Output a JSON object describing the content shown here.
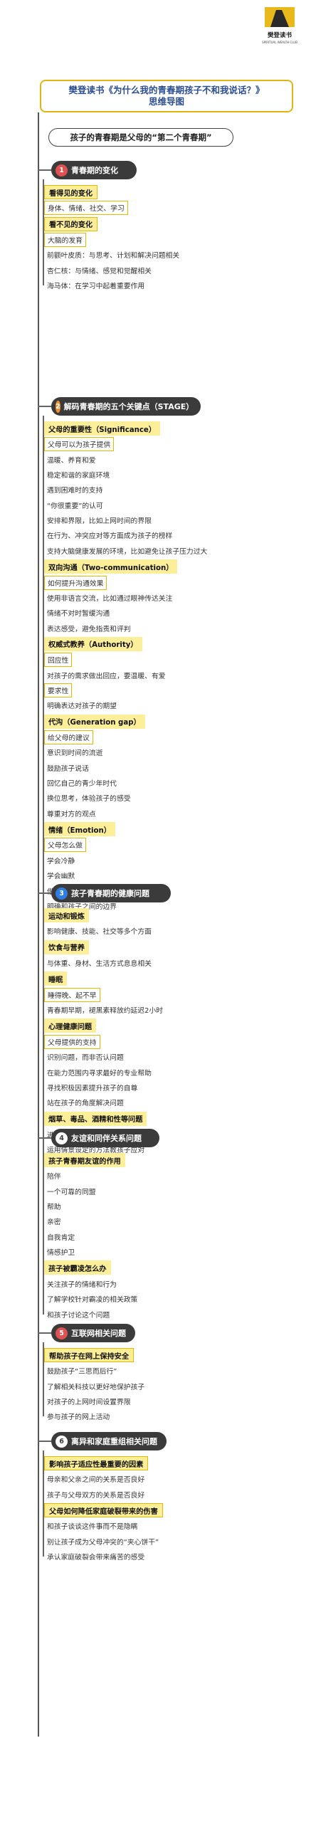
{
  "logo": {
    "brand": "樊登读书",
    "slogan": "SPIRITUAL WEALTH CLUB"
  },
  "title": {
    "line1": "樊登读书《为什么我的青春期孩子不和我说话？》",
    "line2": "思维导图"
  },
  "subtitle": "孩子的青春期是父母的“第二个青春期”",
  "sections": [
    {
      "num": "1",
      "label": "青春期的变化",
      "groups": [
        {
          "label": "看得见的变化",
          "items": [
            "身体、情绪、社交、学习"
          ]
        },
        {
          "label": "看不见的变化",
          "items": [
            "大脑的发育",
            "前额叶皮质：与思考、计划和解决问题相关",
            "杏仁核：与情绪、感觉和觉醒相关",
            "海马体：在学习中起着重要作用"
          ]
        }
      ]
    },
    {
      "num": "2",
      "label": "解码青春期的五个关键点（STAGE）",
      "groups": [
        {
          "label": "父母的重要性（Significance）",
          "items": [
            "父母可以为孩子提供",
            "温暖、养育和爱",
            "稳定和谐的家庭环境",
            "遇到困难时的支持",
            "“你很重要”的认可",
            "安排和界限，比如上网时间的界限",
            "在行为、冲突应对等方面成为孩子的榜样",
            "支持大脑健康发展的环境，比如避免让孩子压力过大"
          ]
        },
        {
          "label": "双向沟通（Two-communication）",
          "items": [
            "如何提升沟通效果",
            "使用非语言交流，比如通过眼神传达关注",
            "情绪不对时暂缓沟通",
            "表达感受，避免指责和评判"
          ]
        },
        {
          "label": "权威式教养（Authority）",
          "items": [
            "回应性",
            "对孩子的需求做出回应，要温暖、有爱",
            "要求性",
            "明确表达对孩子的期望"
          ]
        },
        {
          "label": "代沟（Generation gap）",
          "items": [
            "给父母的建议",
            "意识到时间的流逝",
            "鼓励孩子说话",
            "回忆自己的青少年时代",
            "换位思考，体验孩子的感受",
            "尊重对方的观点"
          ]
        },
        {
          "label": "情绪（Emotion）",
          "items": [
            "父母怎么做",
            "学会冷静",
            "学会幽默",
            "借鉴其他父母的经验",
            "明确和孩子之间的边界"
          ]
        }
      ]
    },
    {
      "num": "3",
      "label": "孩子青春期的健康问题",
      "groups": [
        {
          "label": "运动和锻炼",
          "items": [
            "影响健康、技能、社交等多个方面"
          ]
        },
        {
          "label": "饮食与营养",
          "items": [
            "与体重、身材、生活方式息息相关"
          ]
        },
        {
          "label": "睡眠",
          "items": [
            "睡得晚、起不早",
            "青春期早期，褪黑素释放约延迟2小时"
          ]
        },
        {
          "label": "心理健康问题",
          "items": [
            "父母提供的支持",
            "识别问题，而非否认问题",
            "在能力范围内寻求最好的专业帮助",
            "寻找积极因素提升孩子的自尊",
            "站在孩子的角度解决问题"
          ]
        },
        {
          "label": "烟草、毒品、酒精和性等问题",
          "items": [
            "进行知识普及教育",
            "运用情景设定的方法教孩子应对"
          ]
        }
      ]
    },
    {
      "num": "4",
      "label": "友谊和同伴关系问题",
      "groups": [
        {
          "label": "孩子青春期友谊的作用",
          "items": [
            "陪伴",
            "一个可靠的同盟",
            "帮助",
            "亲密",
            "自我肯定",
            "情感护卫"
          ]
        },
        {
          "label": "孩子被霸凌怎么办",
          "items": [
            "关注孩子的情绪和行为",
            "了解学校针对霸凌的相关政策",
            "和孩子讨论这个问题"
          ]
        }
      ]
    },
    {
      "num": "5",
      "label": "互联网相关问题",
      "groups": [
        {
          "label": "帮助孩子在网上保持安全",
          "items": [
            "鼓励孩子“三思而后行”",
            "了解相关科技以更好地保护孩子",
            "对孩子的上网时间设置界限",
            "参与孩子的网上活动"
          ]
        }
      ]
    },
    {
      "num": "6",
      "label": "离异和家庭重组相关问题",
      "groups": [
        {
          "label": "影响孩子适应性最重要的因素",
          "items": [
            "母亲和父亲之间的关系是否良好",
            "孩子与父母双方的关系是否良好"
          ]
        },
        {
          "label": "父母如何降低家庭破裂带来的伤害",
          "items": [
            "和孩子谈谈这件事而不是隐瞒",
            "别让孩子成为父母冲突的“夹心饼干”",
            "承认家庭破裂会带来痛苦的感受"
          ]
        }
      ]
    }
  ]
}
